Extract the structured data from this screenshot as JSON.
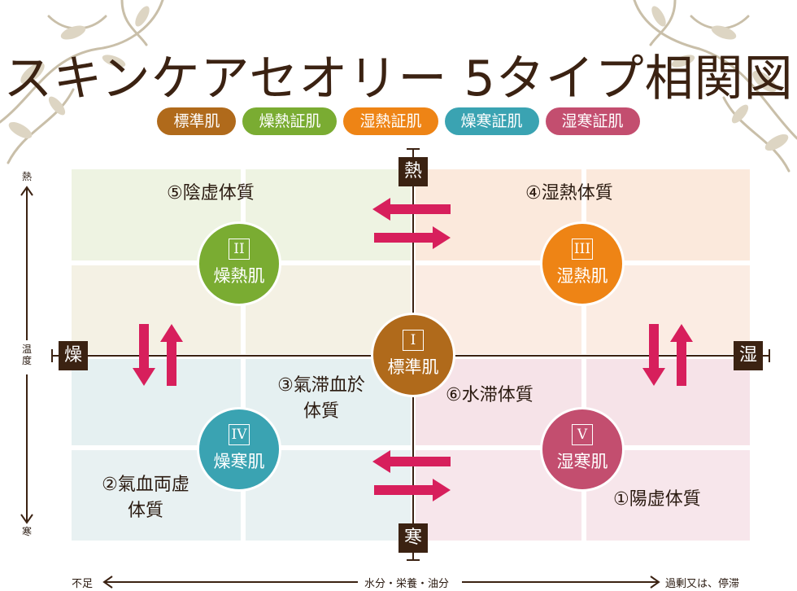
{
  "title": "スキンケアセオリー 5タイプ相関図",
  "legend": [
    {
      "label": "標準肌",
      "color": "#b06a1b"
    },
    {
      "label": "燥熱証肌",
      "color": "#7aac32"
    },
    {
      "label": "湿熱証肌",
      "color": "#ee8415"
    },
    {
      "label": "燥寒証肌",
      "color": "#3aa3b2"
    },
    {
      "label": "湿寒証肌",
      "color": "#c34e6f"
    }
  ],
  "quadrants": {
    "tl": "⑤陰虚体質",
    "tr": "④湿熱体質",
    "center_left": "③氣滞血於\n体質",
    "center_right": "⑥水滞体質",
    "bl": "②氣血両虚\n体質",
    "br": "①陽虚体質"
  },
  "circles": {
    "c1": {
      "roman": "I",
      "label": "標準肌"
    },
    "c2": {
      "roman": "II",
      "label": "燥熱肌"
    },
    "c3": {
      "roman": "III",
      "label": "湿熱肌"
    },
    "c4": {
      "roman": "IV",
      "label": "燥寒肌"
    },
    "c5": {
      "roman": "V",
      "label": "湿寒肌"
    }
  },
  "axes": {
    "top": "熱",
    "bottom": "寒",
    "left": "燥",
    "right": "湿",
    "vertical_label_top": "熱",
    "vertical_label_mid": "温\n度",
    "vertical_label_bottom": "寒",
    "bottom_left": "不足",
    "bottom_mid": "水分・栄養・油分",
    "bottom_right": "過剰又は、停滞"
  },
  "colors": {
    "heat_arrow": "#d71f5c",
    "axis_dark": "#3b2212"
  }
}
